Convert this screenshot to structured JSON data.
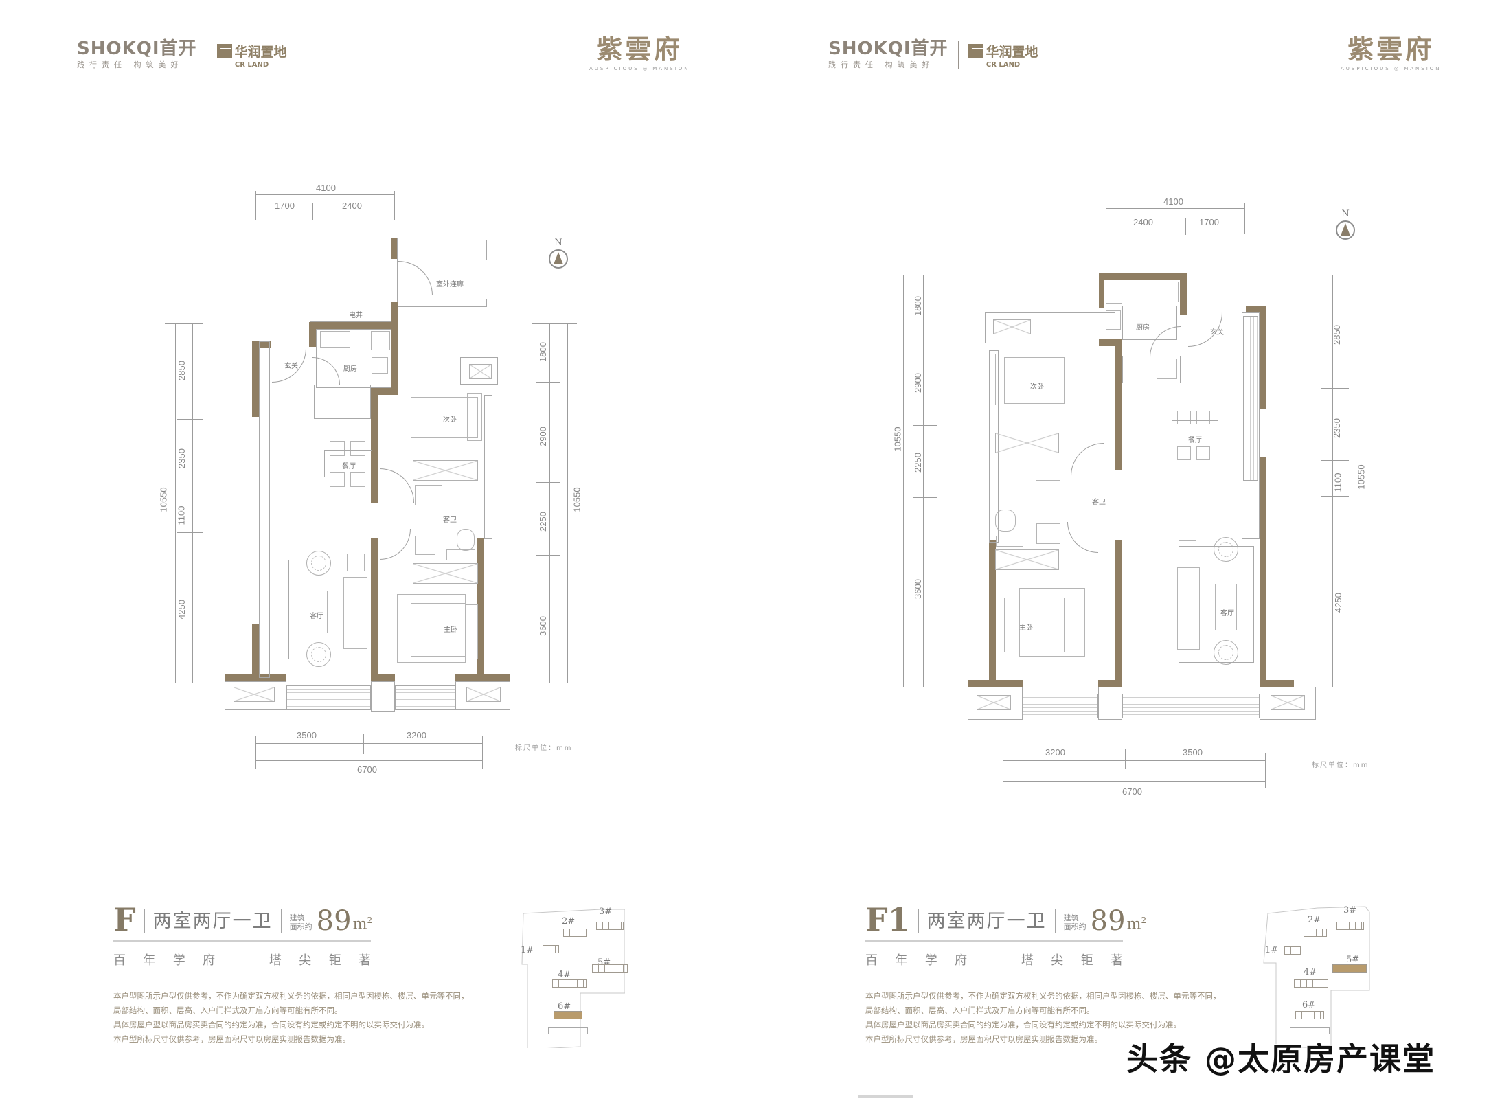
{
  "branding": {
    "developer1_name": "SHOKQI首开",
    "developer1_slogan": "践行责任  构筑美好",
    "developer2_name": "华润置地",
    "developer2_en": "CR LAND",
    "project_name_cn": "紫雲府",
    "project_name_en": "AUSPICIOUS ◎ MANSION"
  },
  "compass_label": "N",
  "unit_note": "标尺单位：mm",
  "plans": [
    {
      "type": "F",
      "layout": "两室两厅一卫",
      "area_caption_1": "建筑",
      "area_caption_2": "面积约",
      "area_value": "89",
      "area_unit": "m",
      "area_unit_sup": "2",
      "slogan": [
        "百",
        "年",
        "学",
        "府",
        "塔",
        "尖",
        "钜",
        "著"
      ],
      "top_dims": {
        "total": "4100",
        "segments": [
          "1700",
          "2400"
        ]
      },
      "bottom_dims": {
        "total": "6700",
        "segments": [
          "3500",
          "3200"
        ]
      },
      "left_dims": {
        "total": "10550",
        "segments": [
          "2850",
          "2350",
          "1100",
          "4250"
        ]
      },
      "right_dims": {
        "total": "10550",
        "segments": [
          "1800",
          "2900",
          "2250",
          "3600"
        ]
      },
      "rooms": {
        "outdoor_corridor": "室外连廊",
        "shaft": "电井",
        "entry": "玄关",
        "kitchen": "厨房",
        "second_bedroom": "次卧",
        "dining": "餐厅",
        "bathroom": "客卫",
        "living": "客厅",
        "master_bedroom": "主卧"
      },
      "disclaimer": [
        "本户型图所示户型仅供参考，不作为确定双方权利义务的依据，相同户型因楼栋、楼层、单元等不同，",
        "局部结构、面积、层高、入户门样式及开启方向等可能有所不同。",
        "具体房屋户型以商品房买卖合同的约定为准，合同没有约定或约定不明的以实际交付为准。",
        "本户型所标尺寸仅供参考，房屋面积尺寸以房屋实测报告数据为准。"
      ],
      "site_buildings": [
        "1#",
        "2#",
        "3#",
        "4#",
        "5#",
        "6#"
      ],
      "highlighted_building": "6#"
    },
    {
      "type": "F1",
      "layout": "两室两厅一卫",
      "area_caption_1": "建筑",
      "area_caption_2": "面积约",
      "area_value": "89",
      "area_unit": "m",
      "area_unit_sup": "2",
      "slogan": [
        "百",
        "年",
        "学",
        "府",
        "塔",
        "尖",
        "钜",
        "著"
      ],
      "top_dims": {
        "total": "4100",
        "segments": [
          "2400",
          "1700"
        ]
      },
      "bottom_dims": {
        "total": "6700",
        "segments": [
          "3200",
          "3500"
        ]
      },
      "left_dims": {
        "total": "10550",
        "segments": [
          "1800",
          "2900",
          "2250",
          "3600"
        ]
      },
      "right_dims": {
        "total": "10550",
        "segments": [
          "2850",
          "2350",
          "1100",
          "4250"
        ]
      },
      "rooms": {
        "kitchen": "厨房",
        "entry": "玄关",
        "second_bedroom": "次卧",
        "dining": "餐厅",
        "bathroom": "客卫",
        "living": "客厅",
        "master_bedroom": "主卧"
      },
      "disclaimer": [
        "本户型图所示户型仅供参考，不作为确定双方权利义务的依据，相同户型因楼栋、楼层、单元等不同，",
        "局部结构、面积、层高、入户门样式及开启方向等可能有所不同。",
        "具体房屋户型以商品房买卖合同的约定为准，合同没有约定或约定不明的以实际交付为准。",
        "本户型所标尺寸仅供参考，房屋面积尺寸以房屋实测报告数据为准。"
      ],
      "site_buildings": [
        "1#",
        "2#",
        "3#",
        "4#",
        "5#",
        "6#"
      ],
      "highlighted_building": "5#"
    }
  ],
  "watermark": "头条 @太原房产课堂",
  "colors": {
    "wall": "#8f7e63",
    "accent": "#857a66",
    "text": "#8a8a8a"
  }
}
